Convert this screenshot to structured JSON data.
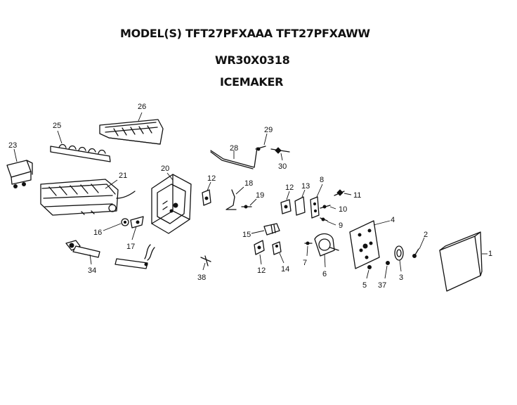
{
  "header": {
    "model_line": "MODEL(S) TFT27PFXAAA  TFT27PFXAWW",
    "part_number": "WR30X0318",
    "assembly_name": "ICEMAKER"
  },
  "callouts": {
    "c1": "1",
    "c2": "2",
    "c3": "3",
    "c4": "4",
    "c5": "5",
    "c6": "6",
    "c7": "7",
    "c8": "8",
    "c9": "9",
    "c10": "10",
    "c11": "11",
    "c12a": "12",
    "c12b": "12",
    "c12c": "12",
    "c13": "13",
    "c14": "14",
    "c15": "15",
    "c16": "16",
    "c17": "17",
    "c18": "18",
    "c19": "19",
    "c20": "20",
    "c21": "21",
    "c23": "23",
    "c25": "25",
    "c26": "26",
    "c28": "28",
    "c29": "29",
    "c30": "30",
    "c34": "34",
    "c37": "37",
    "c38": "38"
  }
}
